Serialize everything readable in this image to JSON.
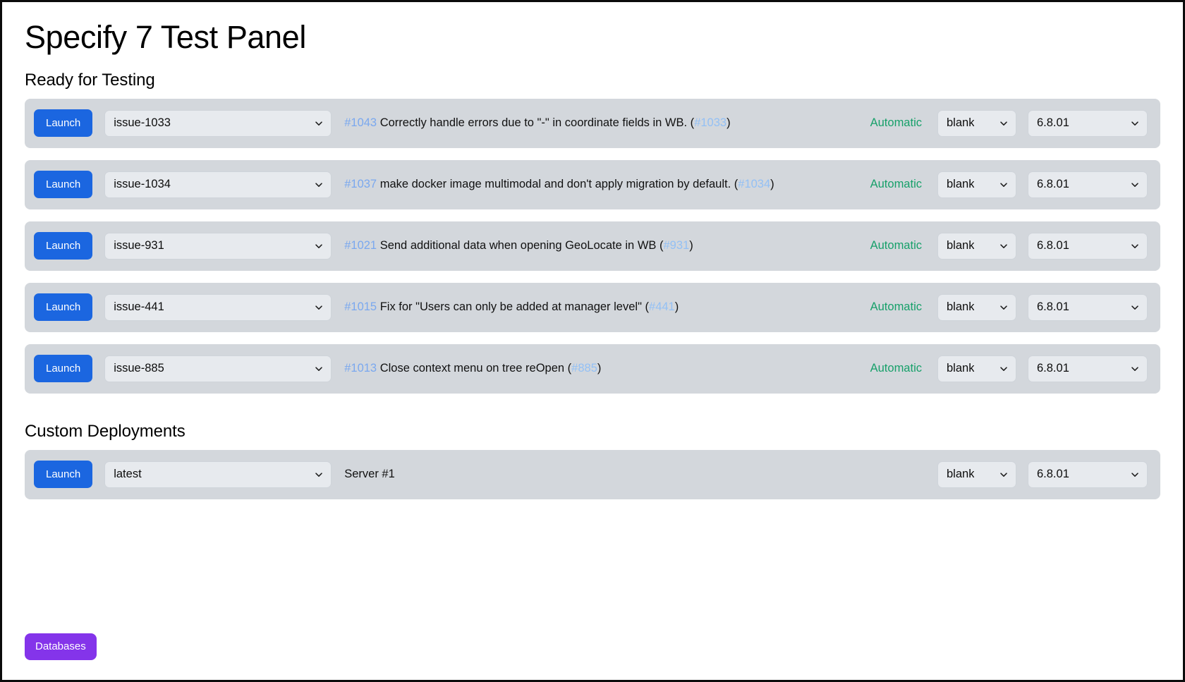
{
  "header": {
    "title": "Specify 7 Test Panel"
  },
  "sections": {
    "ready": {
      "heading": "Ready for Testing"
    },
    "custom": {
      "heading": "Custom Deployments"
    }
  },
  "labels": {
    "launch": "Launch",
    "databases": "Databases",
    "chevron_icon": "chevron-down-icon"
  },
  "ready_rows": [
    {
      "branch": "issue-1033",
      "issue_number": "#1043",
      "issue_title": " Correctly handle errors due to \"-\" in coordinate fields in WB. (",
      "issue_ref": "#1033",
      "issue_suffix": ")",
      "mode": "Automatic",
      "database": "blank",
      "version": "6.8.01"
    },
    {
      "branch": "issue-1034",
      "issue_number": "#1037",
      "issue_title": " make docker image multimodal and don't apply migration by default. (",
      "issue_ref": "#1034",
      "issue_suffix": ")",
      "mode": "Automatic",
      "database": "blank",
      "version": "6.8.01"
    },
    {
      "branch": "issue-931",
      "issue_number": "#1021",
      "issue_title": " Send additional data when opening GeoLocate in WB (",
      "issue_ref": "#931",
      "issue_suffix": ")",
      "mode": "Automatic",
      "database": "blank",
      "version": "6.8.01"
    },
    {
      "branch": "issue-441",
      "issue_number": "#1015",
      "issue_title": " Fix for \"Users can only be added at manager level\" (",
      "issue_ref": "#441",
      "issue_suffix": ")",
      "mode": "Automatic",
      "database": "blank",
      "version": "6.8.01"
    },
    {
      "branch": "issue-885",
      "issue_number": "#1013",
      "issue_title": " Close context menu on tree reOpen (",
      "issue_ref": "#885",
      "issue_suffix": ")",
      "mode": "Automatic",
      "database": "blank",
      "version": "6.8.01"
    }
  ],
  "custom_rows": [
    {
      "branch": "latest",
      "issue_number": "",
      "issue_title": "Server #1",
      "issue_ref": "",
      "issue_suffix": "",
      "mode": "",
      "database": "blank",
      "version": "6.8.01"
    }
  ],
  "colors": {
    "row_bg": "#d3d7dc",
    "launch_blue": "#1b66e0",
    "databases_purple": "#8434ea",
    "mode_green": "#17a06a",
    "link_blue": "#7aa8ef",
    "select_bg": "#e7eaee"
  }
}
